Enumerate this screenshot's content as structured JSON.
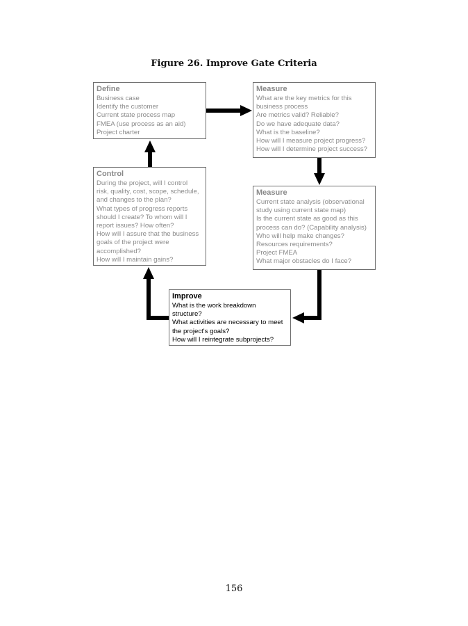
{
  "figure_title": "Figure 26. Improve Gate Criteria",
  "page_number": "156",
  "boxes": {
    "define": {
      "title": "Define",
      "lines": [
        "Business case",
        "Identify the customer",
        "Current state process map",
        "FMEA (use process as an aid)",
        "Project charter"
      ]
    },
    "measure1": {
      "title": "Measure",
      "lines": [
        "What are the key metrics for this",
        "business process",
        "Are metrics valid? Reliable?",
        "Do we have adequate data?",
        "What is the baseline?",
        "How will I measure project progress?",
        "How will I determine project success?"
      ]
    },
    "measure2": {
      "title": "Measure",
      "lines": [
        "Current state analysis (observational",
        "study using current state map)",
        "Is the current state as good as this",
        "process can do? (Capability analysis)",
        "Who will help make changes?",
        "Resources requirements?",
        "Project FMEA",
        "What major obstacles do I face?"
      ]
    },
    "control": {
      "title": "Control",
      "lines": [
        "During the project, will I control",
        "risk, quality, cost, scope, schedule,",
        "and changes to the plan?",
        "What types of progress reports",
        "should I create? To whom will I",
        "report issues? How often?",
        "How will I assure that the business",
        "goals of the project were",
        "accomplished?",
        "How will I maintain gains?"
      ]
    },
    "improve": {
      "title": "Improve",
      "lines": [
        "What is the work breakdown",
        "structure?",
        "What activities are necessary to meet",
        "the project's goals?",
        "How will I reintegrate subprojects?"
      ]
    }
  },
  "colors": {
    "dim_text": "#8a8a8a",
    "active_text": "#000000",
    "arrow": "#000000",
    "border": "#6e6e6e"
  }
}
